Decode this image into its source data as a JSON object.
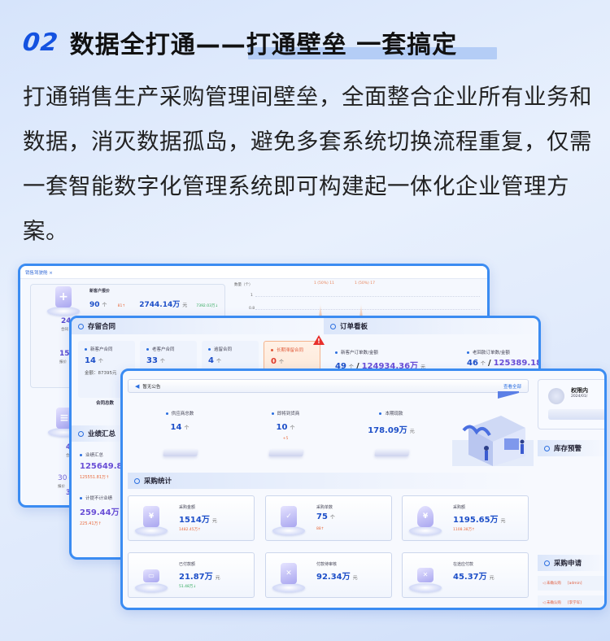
{
  "header": {
    "number": "02",
    "title": "数据全打通——打通壁垒 一套搞定",
    "description": "打通销售生产采购管理间壁垒，全面整合企业所有业务和数据，消灭数据孤岛，避免多套系统切换流程重复，仅需一套智能数字化管理系统即可构建起一体化企业管理方案。"
  },
  "colors": {
    "accent": "#1452e0",
    "frame_border": "#3b8cf2",
    "highlight": "#a9c6f4",
    "warning": "#e8302c",
    "increase": "#e86a3c",
    "decrease": "#2fa95b"
  },
  "window_back": {
    "tab": "销售驾驶舱 ×",
    "new_customers": {
      "label": "新客户报价",
      "count": "90",
      "count_unit": "个",
      "count_change": "81↑",
      "amount": "2744.14万",
      "amount_unit": "元",
      "amount_change": "7392.03万↓"
    },
    "left_stats": [
      {
        "value": "24",
        "unit": "个",
        "label": "合同"
      },
      {
        "value": "15",
        "unit": "个",
        "label": "报价"
      },
      {
        "value": "45",
        "unit": "",
        "label": "合"
      },
      {
        "value": "30",
        "unit": "个",
        "label": "报价"
      },
      {
        "value": "3",
        "unit": "",
        "label": "增"
      }
    ],
    "chart": {
      "y_label": "数量（个）",
      "y_ticks": [
        "1",
        "0.8"
      ],
      "spike_labels": [
        "1 (50%)\n11",
        "1 (50%)\n17"
      ]
    }
  },
  "window_middle": {
    "contract_section": "存留合同",
    "contract_stats": [
      {
        "label": "新客户合同",
        "value": "14",
        "unit": "个",
        "sub": "金额：87395元"
      },
      {
        "label": "老客户合同",
        "value": "33",
        "unit": "个"
      },
      {
        "label": "逾留合同",
        "value": "4",
        "unit": "个"
      },
      {
        "label": "长期滞留合同",
        "value": "0",
        "unit": "个",
        "warning": true
      }
    ],
    "contract_caption": "合同总数",
    "order_section": "订单看板",
    "order_stats": [
      {
        "label": "新客户订单数/金额",
        "count": "49",
        "count_unit": "个",
        "amount": "124934.36万",
        "amount_unit": "元"
      },
      {
        "label": "老回款订单数/金额",
        "count": "46",
        "count_unit": "个",
        "amount": "125389.18"
      }
    ],
    "performance_section": "业绩汇总",
    "performance_stats": [
      {
        "label": "业绩汇总",
        "value": "125649.85",
        "sub": "125551.81万↑"
      },
      {
        "label": "计提不计业绩",
        "value": "259.44万",
        "sub": "225.41万↑"
      }
    ]
  },
  "window_front": {
    "notice": "暂无公告",
    "view_all": "查看全部",
    "kpis": [
      {
        "label": "供应商总数",
        "value": "14",
        "unit": "个"
      },
      {
        "label": "即将到货商",
        "value": "10",
        "unit": "个",
        "sub": "+5"
      },
      {
        "label": "本期现款",
        "value": "178.09万",
        "unit": "元"
      }
    ],
    "profile": {
      "name": "权限内",
      "date": "2024/01/"
    },
    "inventory_section": "库存预警",
    "purchase_section": "采购统计",
    "purchase_cards": [
      {
        "label": "采购金额",
        "value": "1514万",
        "unit": "元",
        "sub": "1482.45万↑",
        "sub_type": "increase",
        "icon": "yen-document-icon"
      },
      {
        "label": "采购单数",
        "value": "75",
        "unit": "个",
        "sub": "88↑",
        "sub_type": "increase",
        "icon": "check-document-icon"
      },
      {
        "label": "采购额",
        "value": "1195.65万",
        "unit": "元",
        "sub": "1108.38万↑",
        "sub_type": "increase",
        "icon": "money-bag-icon"
      },
      {
        "label": "已付款额",
        "value": "21.87万",
        "unit": "元",
        "sub": "51.48万↓",
        "sub_type": "decrease",
        "icon": "card-icon"
      },
      {
        "label": "付款待审核",
        "value": "92.34万",
        "unit": "元",
        "icon": "cancel-document-icon"
      },
      {
        "label": "在途应付款",
        "value": "45.37万",
        "unit": "元",
        "icon": "wallet-icon"
      }
    ],
    "request_section": "采购申请",
    "requests": [
      {
        "status": "未确认购",
        "user": "[admin]"
      },
      {
        "status": "未确认购",
        "user": "[李学军]"
      }
    ]
  }
}
